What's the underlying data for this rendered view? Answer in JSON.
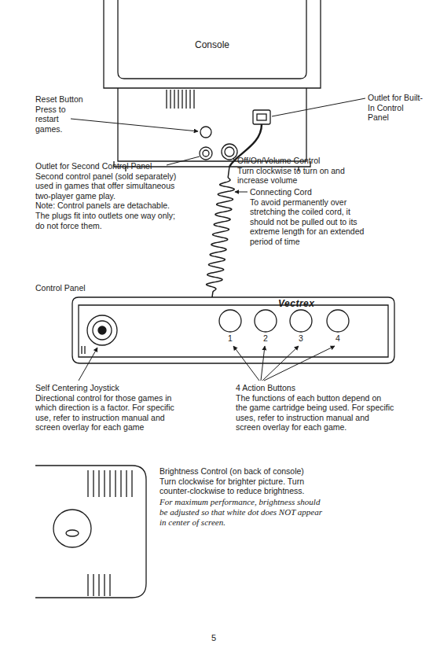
{
  "diagram": {
    "nodes": [
      {
        "text": [
          "Console"
        ]
      },
      {
        "text": [
          "Control Panel",
          "Vectrex"
        ]
      }
    ],
    "edges": [
      {
        "from": 0,
        "to": 1,
        "arrow": "none"
      }
    ],
    "labels": [
      "Reset Button",
      "Press to restart games.",
      "Outlet for Built-In Control Panel",
      "Outlet for Second Control Panel",
      "Second control panel (sold separately) used in games that offer simultaneous two-player game play.",
      "Note: Control panels are detachable. The plugs fit into outlets one way only; do not force them.",
      "Off/On/Volume Control",
      "Turn clockwise to turn on and increase volume",
      "Connecting Cord",
      "To avoid permanently over stretching the coiled cord, it should not be pulled out to its extreme length for an extended period of time",
      "1",
      "2",
      "3",
      "4",
      "Self Centering Joystick",
      "Directional control for those games in which direction is a factor. For specific use, refer to instruction manual and screen overlay for each game",
      "4 Action Buttons",
      "The functions of each button depend on the game cartridge being used. For specific uses, refer to instruction manual and screen overlay for each game.",
      "Brightness Control (on back of console)",
      "Turn clockwise for brighter picture. Turn counter-clockwise to reduce brightness.",
      "For maximum performance, brightness should be adjusted so that white dot does NOT appear in center of screen.",
      "5"
    ]
  }
}
